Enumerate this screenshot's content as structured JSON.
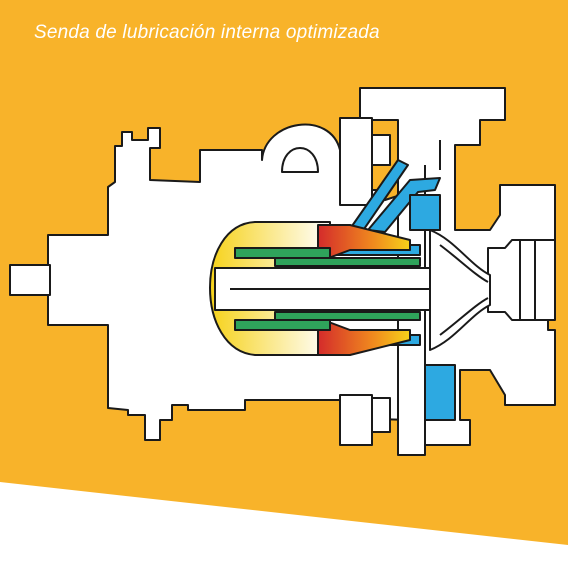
{
  "header": {
    "caption": "Senda de lubricación interna optimizada"
  },
  "colors": {
    "background_accent": "#F8B32A",
    "housing_fill": "#FFFFFF",
    "outline": "#1A1A1A",
    "lubrication_path": "#2DA9E1",
    "magnet_green": "#2FA35B",
    "heat_red": "#D42B2B",
    "heat_orange": "#F08A1E",
    "heat_yellow": "#F6D21A"
  },
  "diagram": {
    "subject": "magnetic-drive pump cross-section",
    "components": [
      "motor-housing",
      "bearing-bracket",
      "containment-shell",
      "inner-magnet",
      "outer-magnet",
      "shaft",
      "impeller",
      "pump-casing",
      "suction-flange",
      "discharge-flange",
      "lubrication-channel"
    ]
  }
}
